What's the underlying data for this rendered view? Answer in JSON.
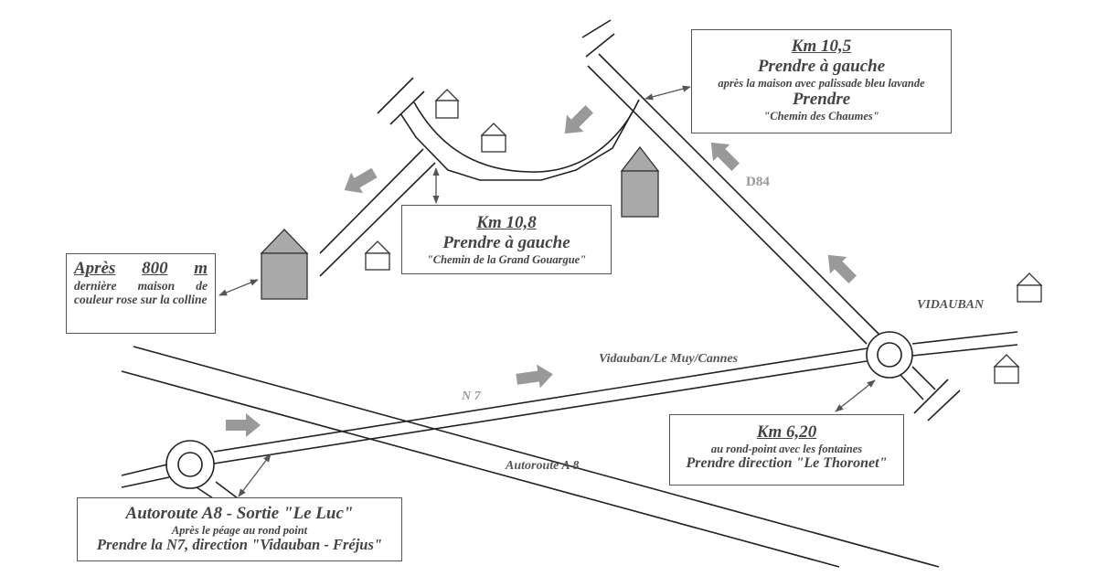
{
  "map": {
    "colors": {
      "road": "#222222",
      "arrow": "#999999",
      "house_filled": "#a9a9a9",
      "text": "#444444",
      "road_label": "#999999"
    },
    "labels": {
      "d84": "D84",
      "n7": "N 7",
      "vidauban_le_muy_cannes": "Vidauban/Le Muy/Cannes",
      "autoroute_a8": "Autoroute A 8",
      "vidauban": "VIDAUBAN"
    },
    "boxes": {
      "km_10_5": {
        "km": "Km 10,5",
        "line1": "Prendre à gauche",
        "line2": "après la maison avec palissade bleu lavande",
        "line3": "Prendre",
        "line4": "\"Chemin des Chaumes\""
      },
      "km_10_8": {
        "km": "Km 10,8",
        "line1": "Prendre à gauche",
        "line2": "\"Chemin de la Grand Gouargue\""
      },
      "apres_800": {
        "heading_word1": "Après",
        "heading_word2": "800",
        "heading_word3": "m",
        "line1": "dernière maison de couleur rose sur la colline"
      },
      "km_6_20": {
        "km": "Km 6,20",
        "line1": "au rond-point avec les fontaines",
        "line2": "Prendre direction \"Le Thoronet\""
      },
      "autoroute_exit": {
        "line1": "Autoroute A8 - Sortie \"Le Luc\"",
        "line2": "Après le péage au rond point",
        "line3": "Prendre la N7, direction \"Vidauban - Fréjus\""
      }
    }
  }
}
